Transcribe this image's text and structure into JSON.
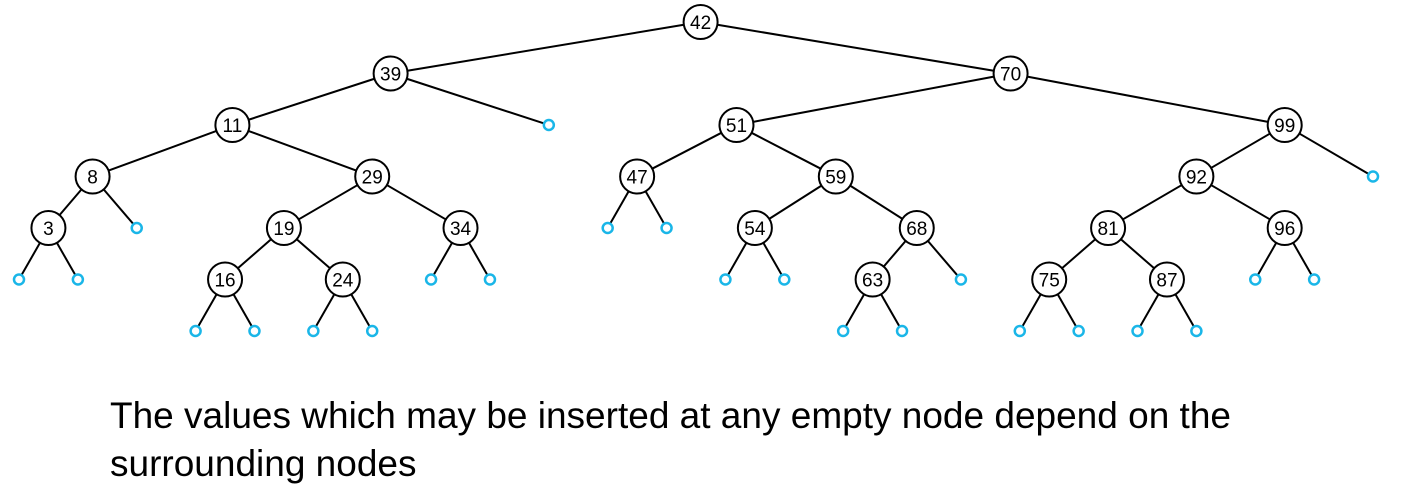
{
  "colors": {
    "node_stroke": "#000000",
    "empty_node": "#1ab6e8",
    "edge": "#000000"
  },
  "tree": {
    "value": 42,
    "left": {
      "value": 39,
      "left": {
        "value": 11,
        "left": {
          "value": 8,
          "left": {
            "value": 3,
            "left": null,
            "right": null
          },
          "right": null
        },
        "right": {
          "value": 29,
          "left": {
            "value": 19,
            "left": {
              "value": 16,
              "left": null,
              "right": null
            },
            "right": {
              "value": 24,
              "left": null,
              "right": null
            }
          },
          "right": {
            "value": 34,
            "left": null,
            "right": null
          }
        }
      },
      "right": null
    },
    "right": {
      "value": 70,
      "left": {
        "value": 51,
        "left": {
          "value": 47,
          "left": null,
          "right": null
        },
        "right": {
          "value": 59,
          "left": {
            "value": 54,
            "left": null,
            "right": null
          },
          "right": {
            "value": 68,
            "left": {
              "value": 63,
              "left": null,
              "right": null
            },
            "right": null
          }
        }
      },
      "right": {
        "value": 99,
        "left": {
          "value": 92,
          "left": {
            "value": 81,
            "left": {
              "value": 75,
              "left": null,
              "right": null
            },
            "right": {
              "value": 87,
              "left": null,
              "right": null
            }
          },
          "right": {
            "value": 96,
            "left": null,
            "right": null
          }
        },
        "right": null
      }
    }
  },
  "caption": "The values which may be inserted at any empty node depend on the surrounding nodes"
}
